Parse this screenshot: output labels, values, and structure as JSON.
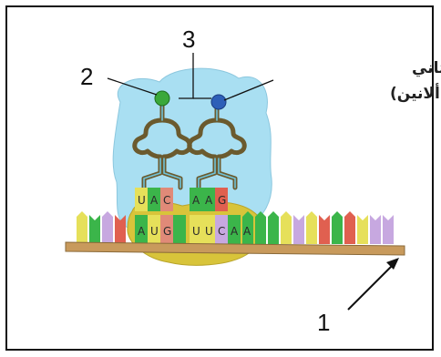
{
  "labels": {
    "one": "1",
    "two": "2",
    "three": "3"
  },
  "amino_acid_text": {
    "line1": "الحمض الأميني الثاني",
    "line2": "(فينيل ألانين)"
  },
  "anticodon_bases": [
    "U",
    "A",
    "C",
    "A",
    "A",
    "G"
  ],
  "codon_bases": [
    "A",
    "U",
    "G",
    "U",
    "U",
    "C",
    "A",
    "A"
  ],
  "colors": {
    "ribosome_large": "#a9dff2",
    "ribosome_small": "#d8c43a",
    "mrna_strip": "#c89a5c",
    "trna_stem": "#6b5a2e",
    "amino_acid_1": "#3aa83a",
    "amino_acid_2": "#2d5fb8"
  }
}
